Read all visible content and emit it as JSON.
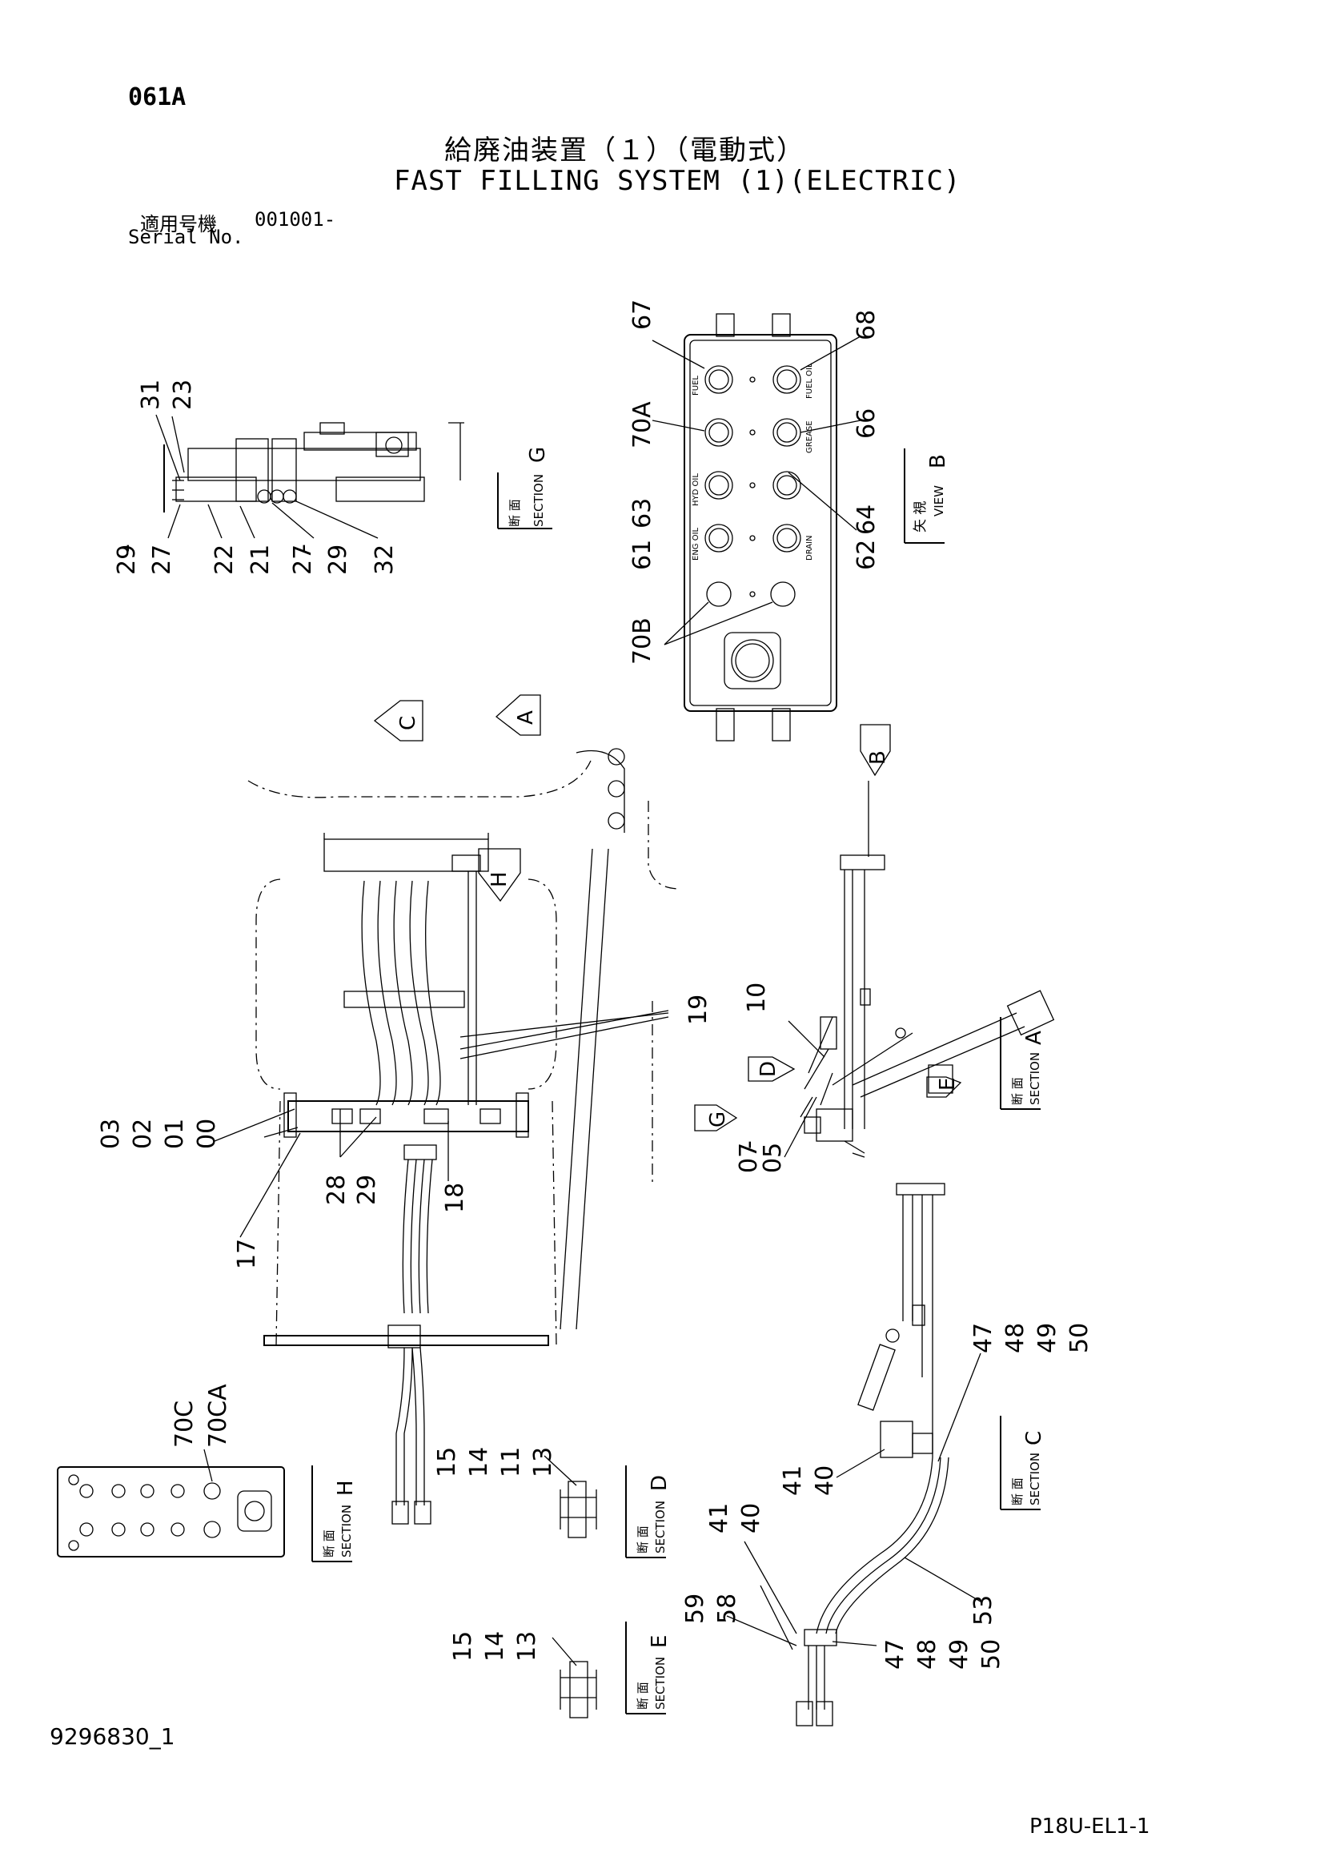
{
  "header": {
    "code": "061A",
    "title_jp": "給廃油装置（１）（電動式）",
    "title_en": "FAST FILLING SYSTEM (1)(ELECTRIC)",
    "serial_label_jp": "適用号機",
    "serial_number": "001001-",
    "serial_label_en": "Serial No."
  },
  "footer": {
    "doc_number": "9296830_1",
    "page_code": "P18U-EL1-1"
  },
  "sections": {
    "word": "SECTION",
    "kanji": "断 面",
    "view_word": "VIEW",
    "view_kanji": "矢 視",
    "letters": {
      "g": "G",
      "b": "B",
      "a": "A",
      "c": "C",
      "d": "D",
      "e": "E",
      "h": "H"
    }
  },
  "markers": {
    "c": "C",
    "a": "A",
    "b": "B",
    "h": "H",
    "d": "D",
    "e": "E",
    "g": "G"
  },
  "callouts": {
    "sg_31": "31",
    "sg_23": "23",
    "sg_29a": "29",
    "sg_27a": "27",
    "sg_22": "22",
    "sg_21": "21",
    "sg_27b": "27",
    "sg_29b": "29",
    "sg_32": "32",
    "vb_67": "67",
    "vb_70A": "70A",
    "vb_61": "61",
    "vb_63": "63",
    "vb_70B": "70B",
    "vb_68": "68",
    "vb_66": "66",
    "vb_62": "62",
    "vb_64": "64",
    "m_03": "03",
    "m_02": "02",
    "m_01": "01",
    "m_00": "00",
    "m_28": "28",
    "m_29": "29",
    "m_18": "18",
    "m_17": "17",
    "m_19": "19",
    "sa_10": "10",
    "sa_07": "07",
    "sa_05": "05",
    "sh_70C": "70C",
    "sh_70CA": "70CA",
    "sd_15": "15",
    "sd_14": "14",
    "sd_11": "11",
    "sd_13": "13",
    "se_15": "15",
    "se_14": "14",
    "se_13": "13",
    "sc_47": "47",
    "sc_48": "48",
    "sc_49": "49",
    "sc_50": "50",
    "sc_41a": "41",
    "sc_40a": "40",
    "sc_41b": "41",
    "sc_40b": "40",
    "sc_59": "59",
    "sc_58": "58",
    "sc_53": "53",
    "sc_47b": "47",
    "sc_48b": "48",
    "sc_49b": "49",
    "sc_50b": "50"
  },
  "panel_labels": {
    "fuel": "FUEL",
    "fuel_oil": "FUEL OIL",
    "grease": "GREASE",
    "hyd_oil": "HYD OIL",
    "eng_oil": "ENG OIL",
    "drain": "DRAIN"
  }
}
